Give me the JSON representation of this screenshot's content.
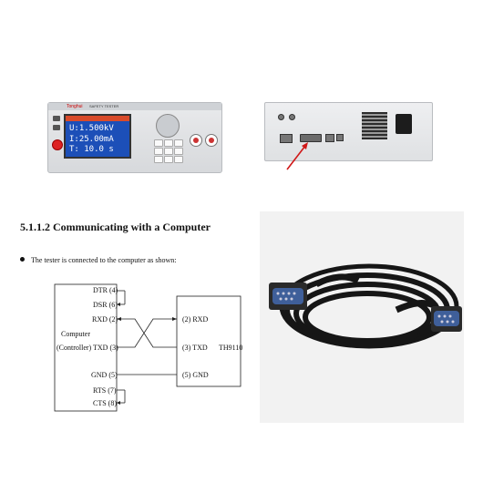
{
  "device_front": {
    "brand": "Tonghui",
    "model": "SAFETY TESTER",
    "screen_lines": [
      "U:1.500kV",
      "I:25.00mA",
      "T:  10.0 s"
    ]
  },
  "section": {
    "heading": "5.1.1.2 Communicating with a Computer",
    "bullet": "The tester is connected to the computer as shown:"
  },
  "diagram": {
    "computer_label_1": "Computer",
    "computer_label_2": "(Controller)",
    "tester_label": "TH9110",
    "left_pins": {
      "dtr": "DTR (4)",
      "dsr": "DSR (6)",
      "rxd": "RXD (2)",
      "txd": "TXD (3)",
      "gnd": "GND (5)",
      "rts": "RTS (7)",
      "cts": "CTS (8)"
    },
    "right_pins": {
      "rxd": "(2) RXD",
      "txd": "(3) TXD",
      "gnd": "(5) GND"
    }
  },
  "colors": {
    "screen": "#1c4fb8",
    "arrow": "#d01818",
    "cable": "#161616",
    "connector": "#3f5f9a"
  }
}
